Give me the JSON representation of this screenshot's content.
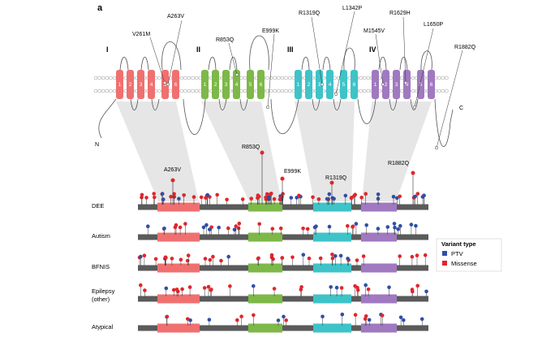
{
  "panel_label": "a",
  "colors": {
    "domain_I": "#f07070",
    "domain_II": "#7db848",
    "domain_III": "#3ec3c8",
    "domain_IV": "#a079c0",
    "ptv": "#2e4fa8",
    "missense": "#e0262b",
    "backbone": "#5a5a5a",
    "funnel": "#e3e3e3"
  },
  "topology": {
    "domains": [
      {
        "label": "I",
        "segments": [
          "1",
          "2",
          "3",
          "4",
          "5",
          "6"
        ]
      },
      {
        "label": "II",
        "segments": [
          "1",
          "2",
          "3",
          "4",
          "5",
          "6"
        ]
      },
      {
        "label": "III",
        "segments": [
          "1",
          "2",
          "3",
          "4",
          "5",
          "6"
        ]
      },
      {
        "label": "IV",
        "segments": [
          "1",
          "2",
          "3",
          "4",
          "5",
          "6"
        ]
      }
    ],
    "n_terminus": "N",
    "c_terminus": "C",
    "mutation_labels": [
      "V261M",
      "A263V",
      "R853Q",
      "E999K",
      "R1319Q",
      "L1342P",
      "M1545V",
      "R1629H",
      "L1650P",
      "R1882Q"
    ]
  },
  "lollipop": {
    "rows": [
      {
        "label": "DEE"
      },
      {
        "label": "Autism"
      },
      {
        "label": "BFNIS"
      },
      {
        "label": "Epilepsy\n(other)"
      },
      {
        "label": "Atypical"
      }
    ],
    "highlight_labels": [
      "A263V",
      "R853Q",
      "E999K",
      "R1319Q",
      "R1882Q"
    ]
  },
  "legend": {
    "title": "Variant type",
    "items": [
      {
        "label": "PTV",
        "color": "#2e4fa8"
      },
      {
        "label": "Missense",
        "color": "#e0262b"
      }
    ]
  }
}
